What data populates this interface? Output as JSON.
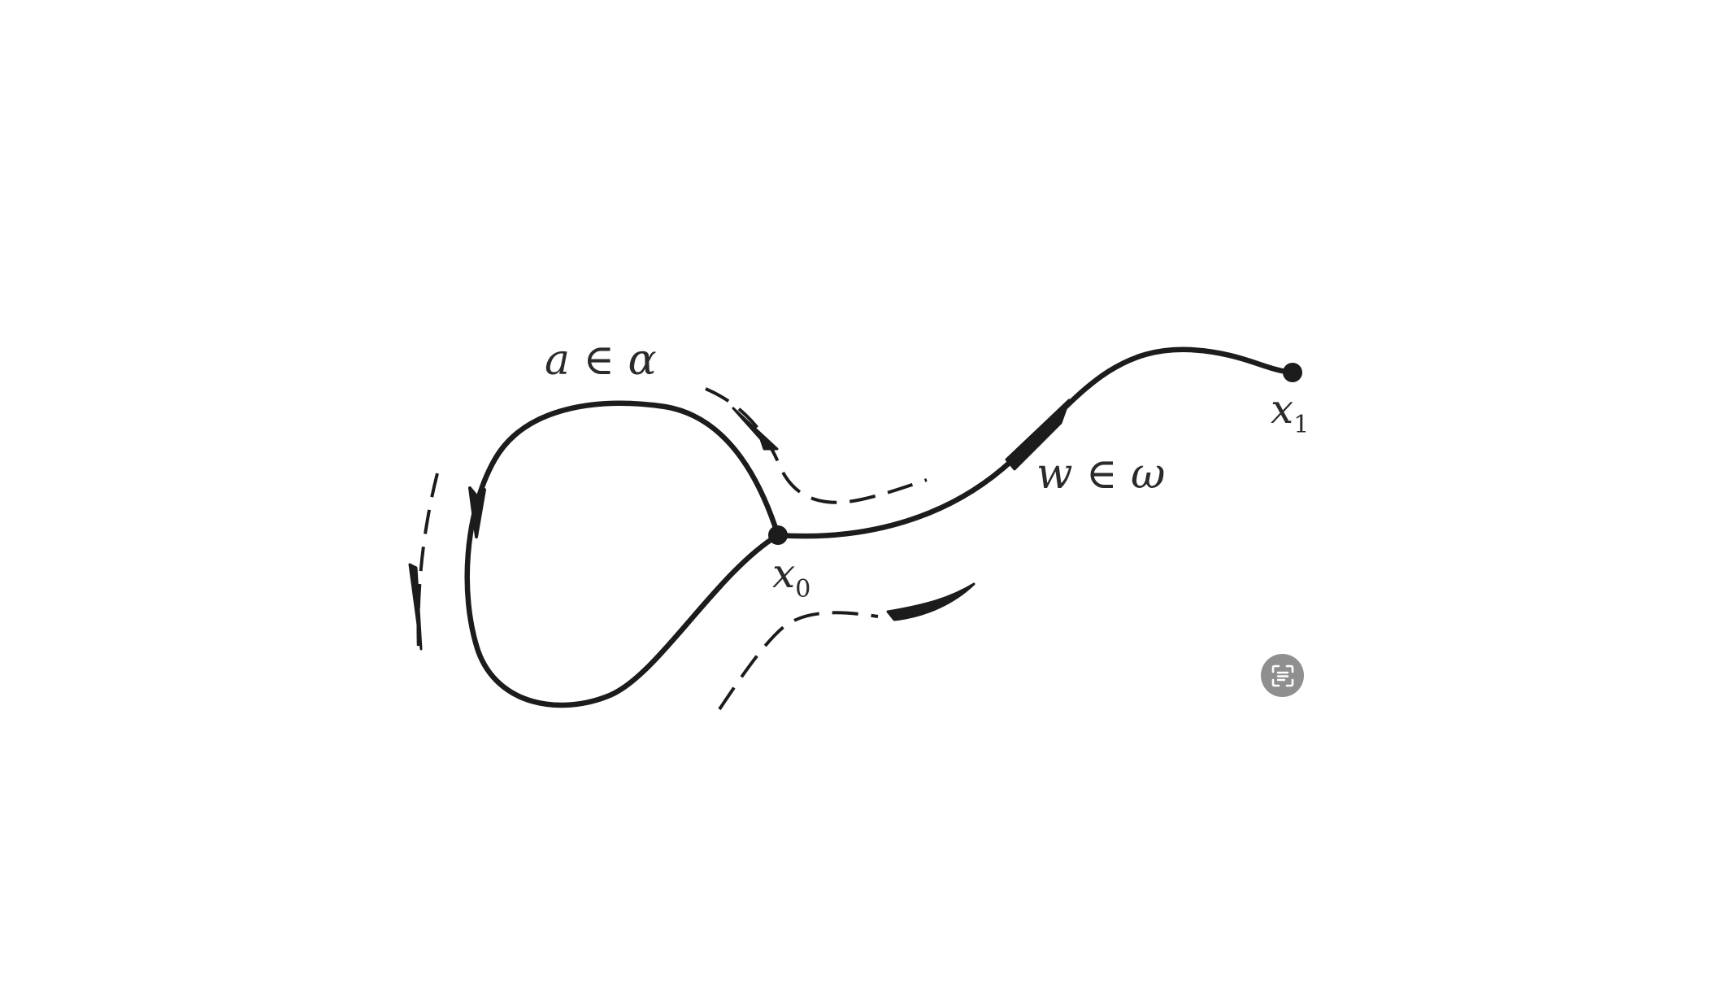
{
  "labels": {
    "loop": "a ∈ α",
    "path": "w ∈ ω",
    "base_point": "x",
    "base_point_sub": "0",
    "end_point": "x",
    "end_point_sub": "1"
  },
  "colors": {
    "stroke": "#1c1c1c",
    "text": "#2b2b2b",
    "scan_button": "#8f8f8f"
  },
  "icons": {
    "scan_button": "text-scan-icon"
  }
}
